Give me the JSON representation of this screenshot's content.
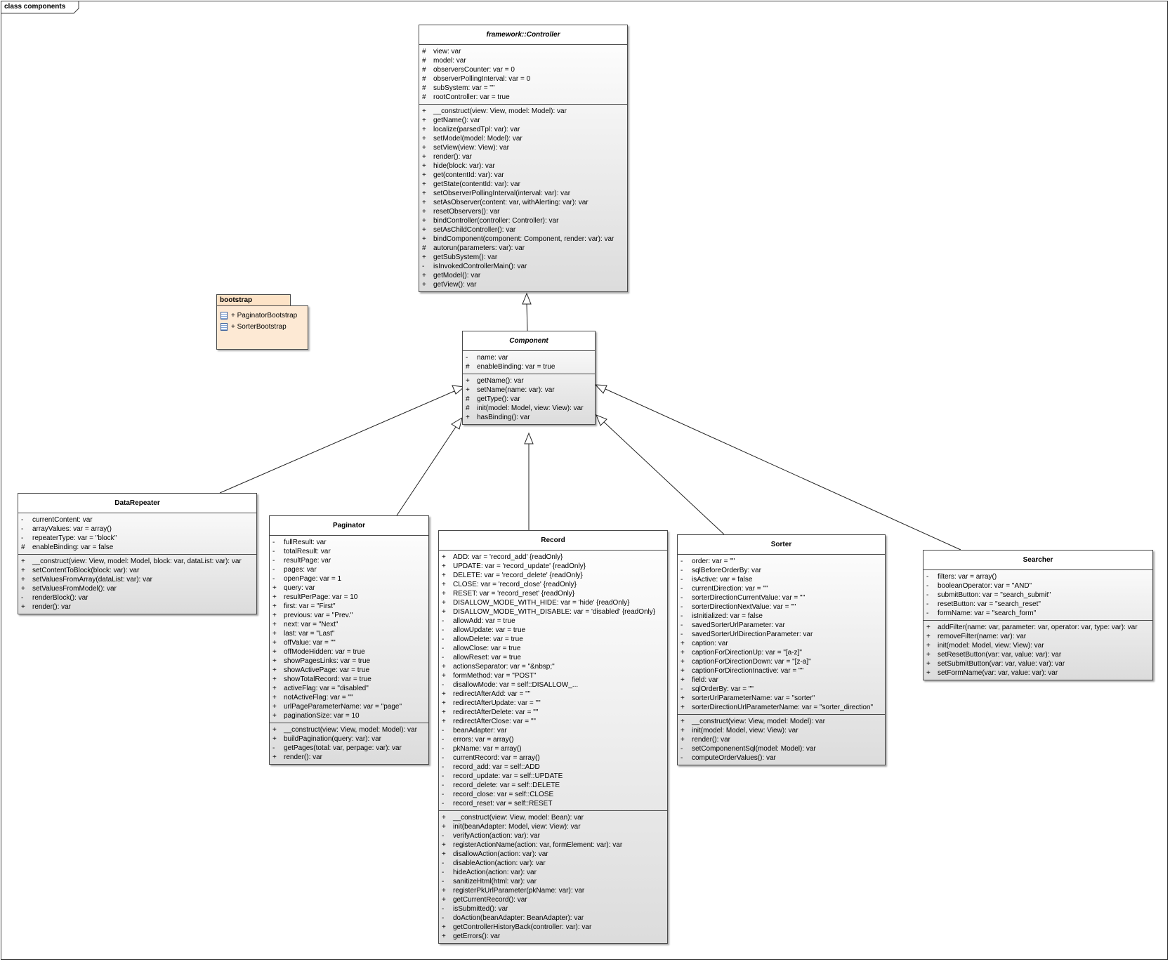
{
  "diagram": {
    "frame_label": "class components"
  },
  "package": {
    "name": "bootstrap",
    "items": [
      "+ PaginatorBootstrap",
      "+ SorterBootstrap"
    ]
  },
  "classes": {
    "controller": {
      "name": "framework::Controller",
      "attributes": [
        {
          "v": "#",
          "t": "view: var"
        },
        {
          "v": "#",
          "t": "model: var"
        },
        {
          "v": "#",
          "t": "observersCounter: var = 0"
        },
        {
          "v": "#",
          "t": "observerPollingInterval: var = 0"
        },
        {
          "v": "#",
          "t": "subSystem: var = \"\""
        },
        {
          "v": "#",
          "t": "rootController: var = true"
        }
      ],
      "operations": [
        {
          "v": "+",
          "t": "__construct(view: View, model: Model): var"
        },
        {
          "v": "+",
          "t": "getName(): var"
        },
        {
          "v": "+",
          "t": "localize(parsedTpl: var): var"
        },
        {
          "v": "+",
          "t": "setModel(model: Model): var"
        },
        {
          "v": "+",
          "t": "setView(view: View): var"
        },
        {
          "v": "+",
          "t": "render(): var"
        },
        {
          "v": "+",
          "t": "hide(block: var): var"
        },
        {
          "v": "+",
          "t": "get(contentId: var): var"
        },
        {
          "v": "+",
          "t": "getState(contentId: var): var"
        },
        {
          "v": "+",
          "t": "setObserverPollingInterval(interval: var): var"
        },
        {
          "v": "+",
          "t": "setAsObserver(content: var, withAlerting: var): var"
        },
        {
          "v": "+",
          "t": "resetObservers(): var"
        },
        {
          "v": "+",
          "t": "bindController(controller: Controller): var"
        },
        {
          "v": "+",
          "t": "setAsChildController(): var"
        },
        {
          "v": "+",
          "t": "bindComponent(component: Component, render: var): var"
        },
        {
          "v": "#",
          "t": "autorun(parameters: var): var"
        },
        {
          "v": "+",
          "t": "getSubSystem(): var"
        },
        {
          "v": "-",
          "t": "isInvokedControllerMain(): var"
        },
        {
          "v": "+",
          "t": "getModel(): var"
        },
        {
          "v": "+",
          "t": "getView(): var"
        }
      ]
    },
    "component": {
      "name": "Component",
      "attributes": [
        {
          "v": "-",
          "t": "name: var"
        },
        {
          "v": "#",
          "t": "enableBinding: var = true"
        }
      ],
      "operations": [
        {
          "v": "+",
          "t": "getName(): var"
        },
        {
          "v": "+",
          "t": "setName(name: var): var"
        },
        {
          "v": "#",
          "t": "getType(): var"
        },
        {
          "v": "#",
          "t": "init(model: Model, view: View): var"
        },
        {
          "v": "+",
          "t": "hasBinding(): var"
        }
      ]
    },
    "datarepeater": {
      "name": "DataRepeater",
      "attributes": [
        {
          "v": "-",
          "t": "currentContent: var"
        },
        {
          "v": "-",
          "t": "arrayValues: var = array()"
        },
        {
          "v": "-",
          "t": "repeaterType: var = \"block\""
        },
        {
          "v": "#",
          "t": "enableBinding: var = false"
        }
      ],
      "operations": [
        {
          "v": "+",
          "t": "__construct(view: View, model: Model, block: var, dataList: var): var"
        },
        {
          "v": "+",
          "t": "setContentToBlock(block: var): var"
        },
        {
          "v": "+",
          "t": "setValuesFromArray(dataList: var): var"
        },
        {
          "v": "+",
          "t": "setValuesFromModel(): var"
        },
        {
          "v": "-",
          "t": "renderBlock(): var"
        },
        {
          "v": "+",
          "t": "render(): var"
        }
      ]
    },
    "paginator": {
      "name": "Paginator",
      "attributes": [
        {
          "v": "-",
          "t": "fullResult: var"
        },
        {
          "v": "-",
          "t": "totalResult: var"
        },
        {
          "v": "-",
          "t": "resultPage: var"
        },
        {
          "v": "-",
          "t": "pages: var"
        },
        {
          "v": "-",
          "t": "openPage: var = 1"
        },
        {
          "v": "+",
          "t": "query: var"
        },
        {
          "v": "+",
          "t": "resultPerPage: var = 10"
        },
        {
          "v": "+",
          "t": "first: var = \"First\""
        },
        {
          "v": "+",
          "t": "previous: var = \"Prev.\""
        },
        {
          "v": "+",
          "t": "next: var = \"Next\""
        },
        {
          "v": "+",
          "t": "last: var = \"Last\""
        },
        {
          "v": "+",
          "t": "offValue: var = \"\""
        },
        {
          "v": "+",
          "t": "offModeHidden: var = true"
        },
        {
          "v": "+",
          "t": "showPagesLinks: var = true"
        },
        {
          "v": "+",
          "t": "showActivePage: var = true"
        },
        {
          "v": "+",
          "t": "showTotalRecord: var = true"
        },
        {
          "v": "+",
          "t": "activeFlag: var = \"disabled\""
        },
        {
          "v": "+",
          "t": "notActiveFlag: var = \"\""
        },
        {
          "v": "+",
          "t": "urlPageParameterName: var = \"page\""
        },
        {
          "v": "+",
          "t": "paginationSize: var = 10"
        }
      ],
      "operations": [
        {
          "v": "+",
          "t": "__construct(view: View, model: Model): var"
        },
        {
          "v": "+",
          "t": "buildPagination(query: var): var"
        },
        {
          "v": "-",
          "t": "getPages(total: var, perpage: var): var"
        },
        {
          "v": "+",
          "t": "render(): var"
        }
      ]
    },
    "record": {
      "name": "Record",
      "attributes": [
        {
          "v": "+",
          "t": "ADD: var = 'record_add' {readOnly}"
        },
        {
          "v": "+",
          "t": "UPDATE: var = 'record_update' {readOnly}"
        },
        {
          "v": "+",
          "t": "DELETE: var = 'record_delete' {readOnly}"
        },
        {
          "v": "+",
          "t": "CLOSE: var = 'record_close' {readOnly}"
        },
        {
          "v": "+",
          "t": "RESET: var = 'record_reset' {readOnly}"
        },
        {
          "v": "+",
          "t": "DISALLOW_MODE_WITH_HIDE: var = 'hide' {readOnly}"
        },
        {
          "v": "+",
          "t": "DISALLOW_MODE_WITH_DISABLE: var = 'disabled' {readOnly}"
        },
        {
          "v": "-",
          "t": "allowAdd: var = true"
        },
        {
          "v": "-",
          "t": "allowUpdate: var = true"
        },
        {
          "v": "-",
          "t": "allowDelete: var = true"
        },
        {
          "v": "-",
          "t": "allowClose: var = true"
        },
        {
          "v": "-",
          "t": "allowReset: var = true"
        },
        {
          "v": "+",
          "t": "actionsSeparator: var = \"&nbsp;\""
        },
        {
          "v": "+",
          "t": "formMethod: var = \"POST\""
        },
        {
          "v": "-",
          "t": "disallowMode: var = self::DISALLOW_..."
        },
        {
          "v": "+",
          "t": "redirectAfterAdd: var = \"\""
        },
        {
          "v": "+",
          "t": "redirectAfterUpdate: var = \"\""
        },
        {
          "v": "+",
          "t": "redirectAfterDelete: var = \"\""
        },
        {
          "v": "+",
          "t": "redirectAfterClose: var = \"\""
        },
        {
          "v": "-",
          "t": "beanAdapter: var"
        },
        {
          "v": "-",
          "t": "errors: var = array()"
        },
        {
          "v": "-",
          "t": "pkName: var = array()"
        },
        {
          "v": "-",
          "t": "currentRecord: var = array()"
        },
        {
          "v": "-",
          "t": "record_add: var = self::ADD"
        },
        {
          "v": "-",
          "t": "record_update: var = self::UPDATE"
        },
        {
          "v": "-",
          "t": "record_delete: var = self::DELETE"
        },
        {
          "v": "-",
          "t": "record_close: var = self::CLOSE"
        },
        {
          "v": "-",
          "t": "record_reset: var = self::RESET"
        }
      ],
      "operations": [
        {
          "v": "+",
          "t": "__construct(view: View, model: Bean): var"
        },
        {
          "v": "+",
          "t": "init(beanAdapter: Model, view: View): var"
        },
        {
          "v": "-",
          "t": "verifyAction(action: var): var"
        },
        {
          "v": "+",
          "t": "registerActionName(action: var, formElement: var): var"
        },
        {
          "v": "+",
          "t": "disallowAction(action: var): var"
        },
        {
          "v": "-",
          "t": "disableAction(action: var): var"
        },
        {
          "v": "-",
          "t": "hideAction(action: var): var"
        },
        {
          "v": "-",
          "t": "sanitizeHtml(html: var): var"
        },
        {
          "v": "+",
          "t": "registerPkUrlParameter(pkName: var): var"
        },
        {
          "v": "+",
          "t": "getCurrentRecord(): var"
        },
        {
          "v": "-",
          "t": "isSubmitted(): var"
        },
        {
          "v": "-",
          "t": "doAction(beanAdapter: BeanAdapter): var"
        },
        {
          "v": "+",
          "t": "getControllerHistoryBack(controller: var): var"
        },
        {
          "v": "+",
          "t": "getErrors(): var"
        }
      ]
    },
    "sorter": {
      "name": "Sorter",
      "attributes": [
        {
          "v": "-",
          "t": "order: var = \"\""
        },
        {
          "v": "-",
          "t": "sqlBeforeOrderBy: var"
        },
        {
          "v": "-",
          "t": "isActive: var = false"
        },
        {
          "v": "-",
          "t": "currentDirection: var = \"\""
        },
        {
          "v": "-",
          "t": "sorterDirectionCurrentValue: var = \"\""
        },
        {
          "v": "-",
          "t": "sorterDirectionNextValue: var = \"\""
        },
        {
          "v": "-",
          "t": "isInitialized: var = false"
        },
        {
          "v": "-",
          "t": "savedSorterUrlParameter: var"
        },
        {
          "v": "-",
          "t": "savedSorterUrlDirectionParameter: var"
        },
        {
          "v": "+",
          "t": "caption: var"
        },
        {
          "v": "+",
          "t": "captionForDirectionUp: var = \"[a-z]\""
        },
        {
          "v": "+",
          "t": "captionForDirectionDown: var = \"[z-a]\""
        },
        {
          "v": "+",
          "t": "captionForDirectionInactive: var = \"\""
        },
        {
          "v": "+",
          "t": "field: var"
        },
        {
          "v": "-",
          "t": "sqlOrderBy: var = \"\""
        },
        {
          "v": "+",
          "t": "sorterUrlParameterName: var = \"sorter\""
        },
        {
          "v": "+",
          "t": "sorterDirectionUrlParameterName: var = \"sorter_direction\""
        }
      ],
      "operations": [
        {
          "v": "+",
          "t": "__construct(view: View, model: Model): var"
        },
        {
          "v": "+",
          "t": "init(model: Model, view: View): var"
        },
        {
          "v": "+",
          "t": "render(): var"
        },
        {
          "v": "-",
          "t": "setComponenentSql(model: Model): var"
        },
        {
          "v": "-",
          "t": "computeOrderValues(): var"
        }
      ]
    },
    "searcher": {
      "name": "Searcher",
      "attributes": [
        {
          "v": "-",
          "t": "filters: var = array()"
        },
        {
          "v": "-",
          "t": "booleanOperator: var = \"AND\""
        },
        {
          "v": "-",
          "t": "submitButton: var = \"search_submit\""
        },
        {
          "v": "-",
          "t": "resetButton: var = \"search_reset\""
        },
        {
          "v": "-",
          "t": "formName: var = \"search_form\""
        }
      ],
      "operations": [
        {
          "v": "+",
          "t": "addFilter(name: var, parameter: var, operator: var, type: var): var"
        },
        {
          "v": "+",
          "t": "removeFilter(name: var): var"
        },
        {
          "v": "+",
          "t": "init(model: Model, view: View): var"
        },
        {
          "v": "+",
          "t": "setResetButton(var: var, value: var): var"
        },
        {
          "v": "+",
          "t": "setSubmitButton(var: var, value: var): var"
        },
        {
          "v": "+",
          "t": "setFormName(var: var, value: var): var"
        }
      ]
    }
  }
}
